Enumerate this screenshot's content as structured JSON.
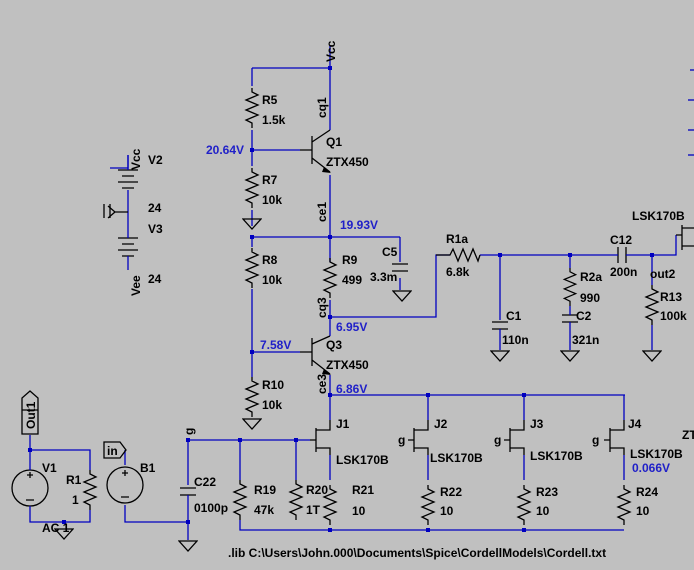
{
  "power": {
    "vcc": "Vcc",
    "vee": "Vee",
    "v2": "V2",
    "v2_val": "24",
    "v3": "V3",
    "v3_val": "24"
  },
  "labels": {
    "R5": "R5",
    "R5v": "1.5k",
    "R7": "R7",
    "R7v": "10k",
    "R8": "R8",
    "R8v": "10k",
    "R9": "R9",
    "R9v": "499",
    "R10": "R10",
    "R10v": "10k",
    "C5": "C5",
    "C5v": "3.3m",
    "Q1": "Q1",
    "Q1v": "ZTX450",
    "Q3": "Q3",
    "Q3v": "ZTX450",
    "R1a": "R1a",
    "R1av": "6.8k",
    "C1": "C1",
    "C1v": "110n",
    "R2a": "R2a",
    "R2av": "990",
    "C2": "C2",
    "C2v": "321n",
    "C12": "C12",
    "C12v": "200n",
    "R13": "R13",
    "R13v": "100k",
    "LSK_top": "LSK170B",
    "out2": "out2",
    "J1": "J1",
    "J2": "J2",
    "J3": "J3",
    "J4": "J4",
    "jtype": "LSK170B",
    "R19": "R19",
    "R19v": "47k",
    "R20": "R20",
    "R20v": "1T",
    "R21": "R21",
    "R21v": "10",
    "R22": "R22",
    "R22v": "10",
    "R23": "R23",
    "R23v": "10",
    "R24": "R24",
    "R24v": "10",
    "C22": "C22",
    "C22v": "0100p",
    "V1": "V1",
    "AC": "AC 1",
    "R1": "R1",
    "R1v": "1",
    "B1": "B1",
    "in": "in",
    "g": "g",
    "out1": "Out1",
    "cq1": "cq1",
    "ce1": "ce1",
    "cq3": "cq3",
    "ce3": "ce3",
    "zt": "ZT"
  },
  "voltages": {
    "n1": "20.64V",
    "n2": "19.93V",
    "n3": "6.95V",
    "n4": "7.58V",
    "n5": "6.86V",
    "n6": "0.066V"
  },
  "directive": ".lib C:\\Users\\John.000\\Documents\\Spice\\CordellModels\\Cordell.txt"
}
